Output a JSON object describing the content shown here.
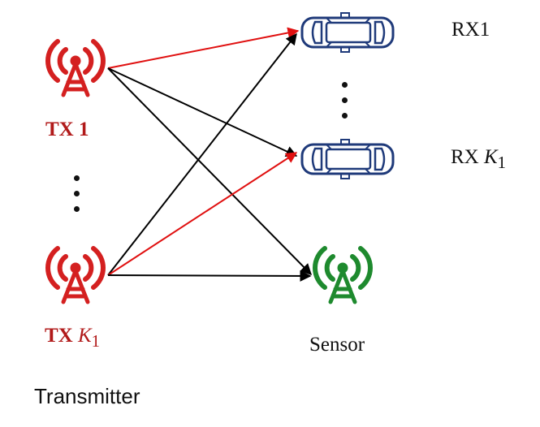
{
  "labels": {
    "tx1_prefix": "TX 1",
    "txk_prefix": "TX ",
    "k_symbol": "K",
    "k_subscript": "1",
    "rx1": "RX1",
    "rxk_prefix": "RX ",
    "sensor": "Sensor",
    "transmitter": "Transmitter"
  },
  "colors": {
    "transmitter_icon": "#d42020",
    "transmitter_label": "#b11a1a",
    "sensor_icon": "#1e8a2e",
    "car_outline": "#1f3a7a",
    "link_black": "#000000",
    "link_red": "#e01010"
  },
  "icons": {
    "transmitter": "antenna-tower-icon",
    "receiver": "car-icon",
    "sensor": "antenna-tower-icon"
  },
  "links": [
    {
      "from": "tx1",
      "to": "rx1",
      "color": "red"
    },
    {
      "from": "tx1",
      "to": "rxk",
      "color": "black"
    },
    {
      "from": "tx1",
      "to": "sensor",
      "color": "black"
    },
    {
      "from": "txk",
      "to": "rx1",
      "color": "black"
    },
    {
      "from": "txk",
      "to": "rxk",
      "color": "red"
    },
    {
      "from": "txk",
      "to": "sensor",
      "color": "black"
    }
  ]
}
